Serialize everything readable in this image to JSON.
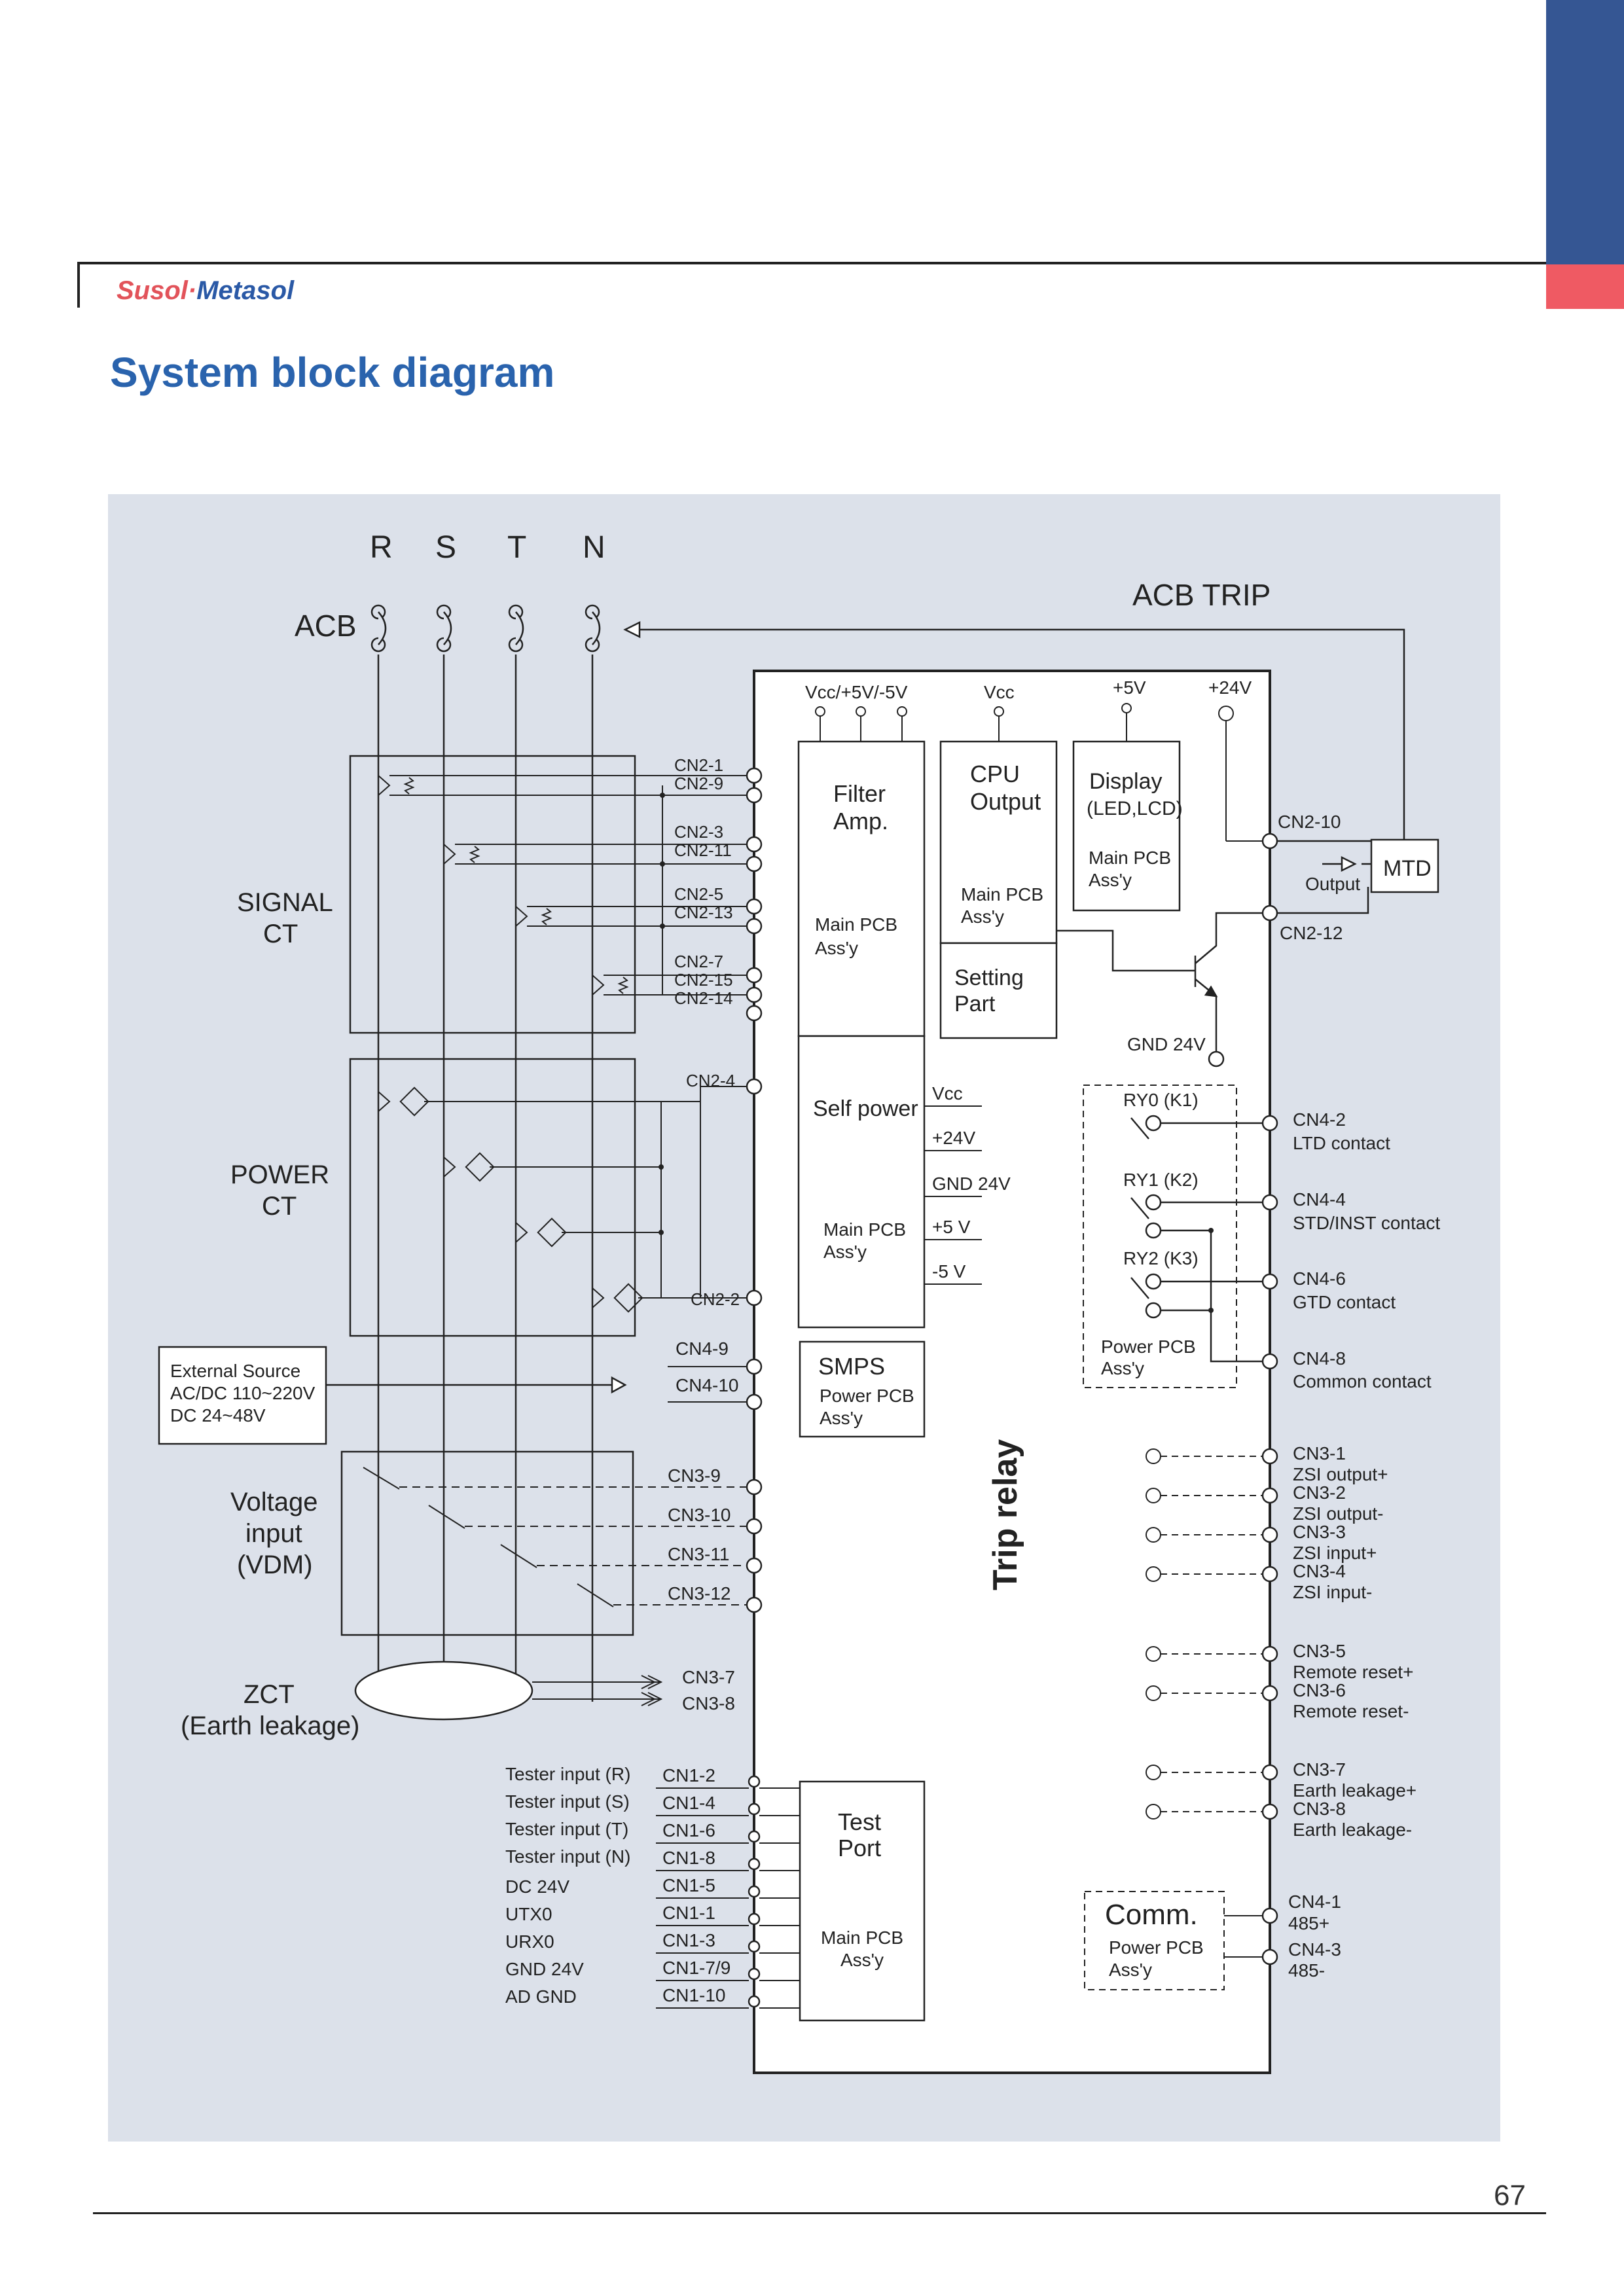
{
  "brand": {
    "part1": "Susol",
    "sep": "·",
    "part2": "Metasol"
  },
  "page_title": "System block diagram",
  "page_number": "67",
  "diagram": {
    "phases": [
      "R",
      "S",
      "T",
      "N"
    ],
    "acb": "ACB",
    "acb_trip": "ACB TRIP",
    "signal_ct": [
      "SIGNAL",
      "CT"
    ],
    "power_ct": [
      "POWER",
      "CT"
    ],
    "external_source": [
      "External Source",
      "AC/DC 110~220V",
      "DC 24~48V"
    ],
    "voltage_input": [
      "Voltage",
      "input",
      "(VDM)"
    ],
    "zct": [
      "ZCT",
      "(Earth leakage)"
    ],
    "top_supply": [
      "Vcc/+5V/-5V",
      "Vcc",
      "+5V",
      "+24V"
    ],
    "cn2_labels": [
      "CN2-1",
      "CN2-9",
      "CN2-3",
      "CN2-11",
      "CN2-5",
      "CN2-13",
      "CN2-7",
      "CN2-15",
      "CN2-14",
      "CN2-4",
      "CN2-2"
    ],
    "cn4_left": [
      "CN4-9",
      "CN4-10"
    ],
    "cn3_left": [
      "CN3-9",
      "CN3-10",
      "CN3-11",
      "CN3-12"
    ],
    "zct_out": [
      "CN3-7",
      "CN3-8"
    ],
    "filter_amp": [
      "Filter",
      "Amp.",
      "Main PCB",
      "Ass'y"
    ],
    "cpu_output": [
      "CPU",
      "Output",
      "Main PCB",
      "Ass'y"
    ],
    "display": [
      "Display",
      "(LED,LCD)",
      "Main PCB",
      "Ass'y"
    ],
    "setting_part": [
      "Setting",
      "Part"
    ],
    "self_power": [
      "Self power",
      "Main PCB",
      "Ass'y"
    ],
    "self_power_out": [
      "Vcc",
      "+24V",
      "GND 24V",
      "+5 V",
      "-5 V"
    ],
    "smps": [
      "SMPS",
      "Power PCB",
      "Ass'y"
    ],
    "test_port": [
      "Test",
      "Port",
      "Main PCB",
      "Ass'y"
    ],
    "trip_relay": "Trip relay",
    "relays": [
      "RY0 (K1)",
      "RY1 (K2)",
      "RY2 (K3)",
      "Power PCB",
      "Ass'y"
    ],
    "gnd24": "GND 24V",
    "cn2_10": "CN2-10",
    "cn2_12": "CN2-12",
    "mtd": "MTD",
    "output": "Output",
    "comm": [
      "Comm.",
      "Power PCB",
      "Ass'y"
    ],
    "right_terminals": [
      [
        "CN4-2",
        "LTD contact"
      ],
      [
        "CN4-4",
        "STD/INST contact"
      ],
      [
        "CN4-6",
        "GTD contact"
      ],
      [
        "CN4-8",
        "Common contact"
      ],
      [
        "CN3-1",
        "ZSI output+"
      ],
      [
        "CN3-2",
        "ZSI output-"
      ],
      [
        "CN3-3",
        "ZSI input+"
      ],
      [
        "CN3-4",
        "ZSI input-"
      ],
      [
        "CN3-5",
        "Remote reset+"
      ],
      [
        "CN3-6",
        "Remote reset-"
      ],
      [
        "CN3-7",
        "Earth leakage+"
      ],
      [
        "CN3-8",
        "Earth leakage-"
      ],
      [
        "CN4-1",
        "485+"
      ],
      [
        "CN4-3",
        "485-"
      ]
    ],
    "tester_inputs": [
      [
        "Tester input (R)",
        "CN1-2"
      ],
      [
        "Tester input (S)",
        "CN1-4"
      ],
      [
        "Tester input (T)",
        "CN1-6"
      ],
      [
        "Tester input (N)",
        "CN1-8"
      ],
      [
        "DC 24V",
        "CN1-5"
      ],
      [
        "UTX0",
        "CN1-1"
      ],
      [
        "URX0",
        "CN1-3"
      ],
      [
        "GND 24V",
        "CN1-7/9"
      ],
      [
        "AD GND",
        "CN1-10"
      ]
    ]
  }
}
